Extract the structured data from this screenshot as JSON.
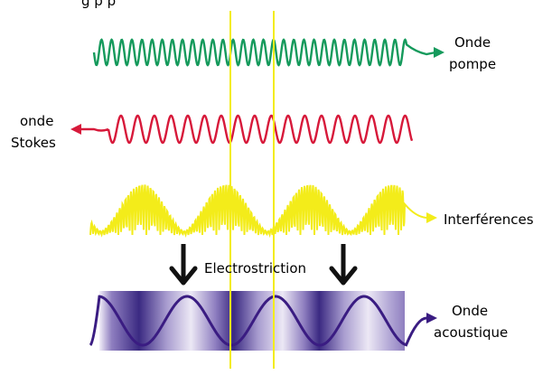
{
  "title_fragment": "g                                                      p   p",
  "waves": {
    "pump": {
      "label_lines": [
        "Onde",
        "pompe"
      ],
      "color": "#159a5c"
    },
    "stokes": {
      "label_lines": [
        "onde",
        "Stokes"
      ],
      "color": "#d7193a"
    },
    "interference": {
      "label": "Interférences",
      "color": "#f3ec1a"
    },
    "acoustic": {
      "label_lines": [
        "Onde",
        "acoustique"
      ],
      "color": "#3a1c82"
    }
  },
  "process_label": "Electrostriction",
  "colors": {
    "marker_line": "#f3ec1a",
    "band_dark": "#3b2a82",
    "band_light": "#f2eef8",
    "arrow": "#111111"
  }
}
